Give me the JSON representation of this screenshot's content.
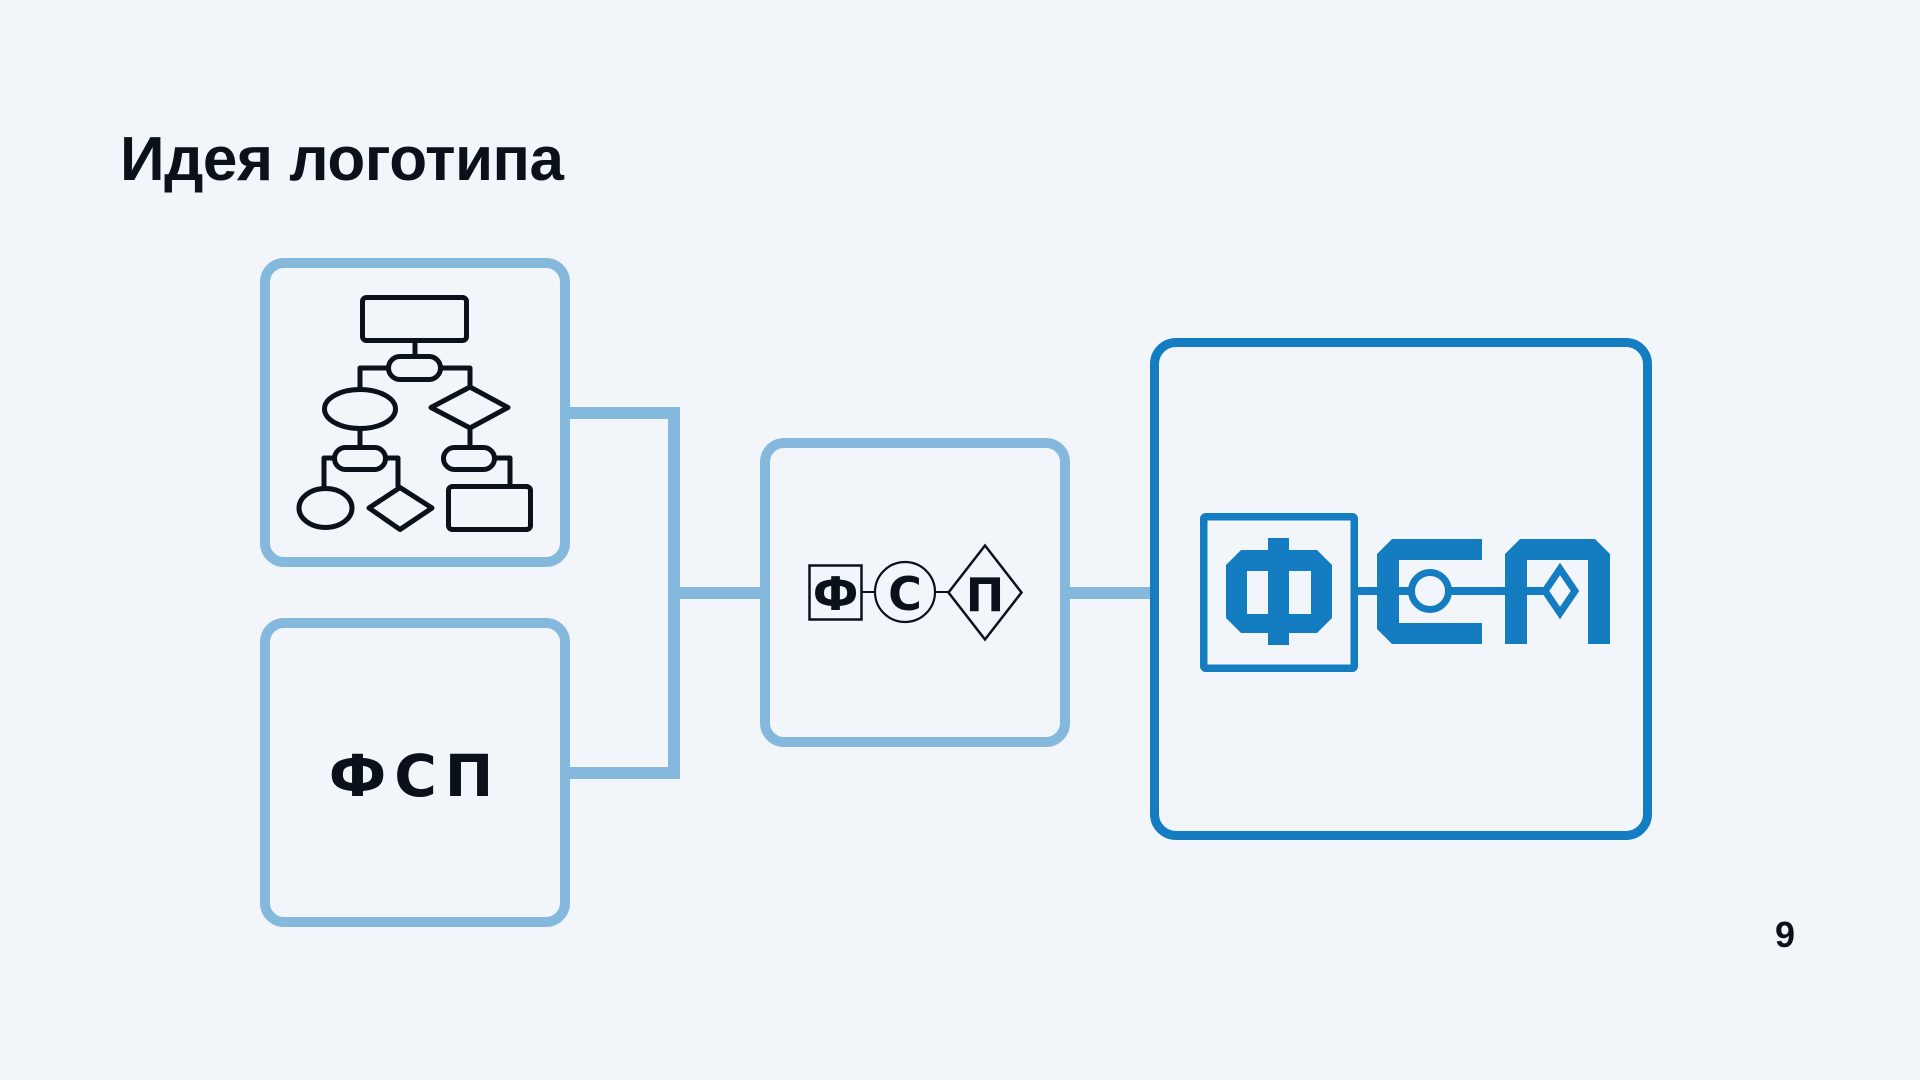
{
  "slide": {
    "title": "Идея логотипа",
    "page_number": "9"
  },
  "boxes": {
    "flowchart": {
      "icon": "flowchart-icon"
    },
    "text": {
      "label": "ФСП"
    },
    "combined": {
      "icon": "flowchart-letters-logo",
      "letters": [
        "Ф",
        "С",
        "П"
      ],
      "shapes": [
        "square",
        "circle",
        "diamond"
      ]
    },
    "final": {
      "icon": "final-logo",
      "letters": [
        "Ф",
        "С",
        "П"
      ]
    }
  },
  "colors": {
    "background": "#F2F6FB",
    "ink": "#0A111A",
    "light_blue": "#84B8DC",
    "brand_blue": "#147CC0"
  }
}
